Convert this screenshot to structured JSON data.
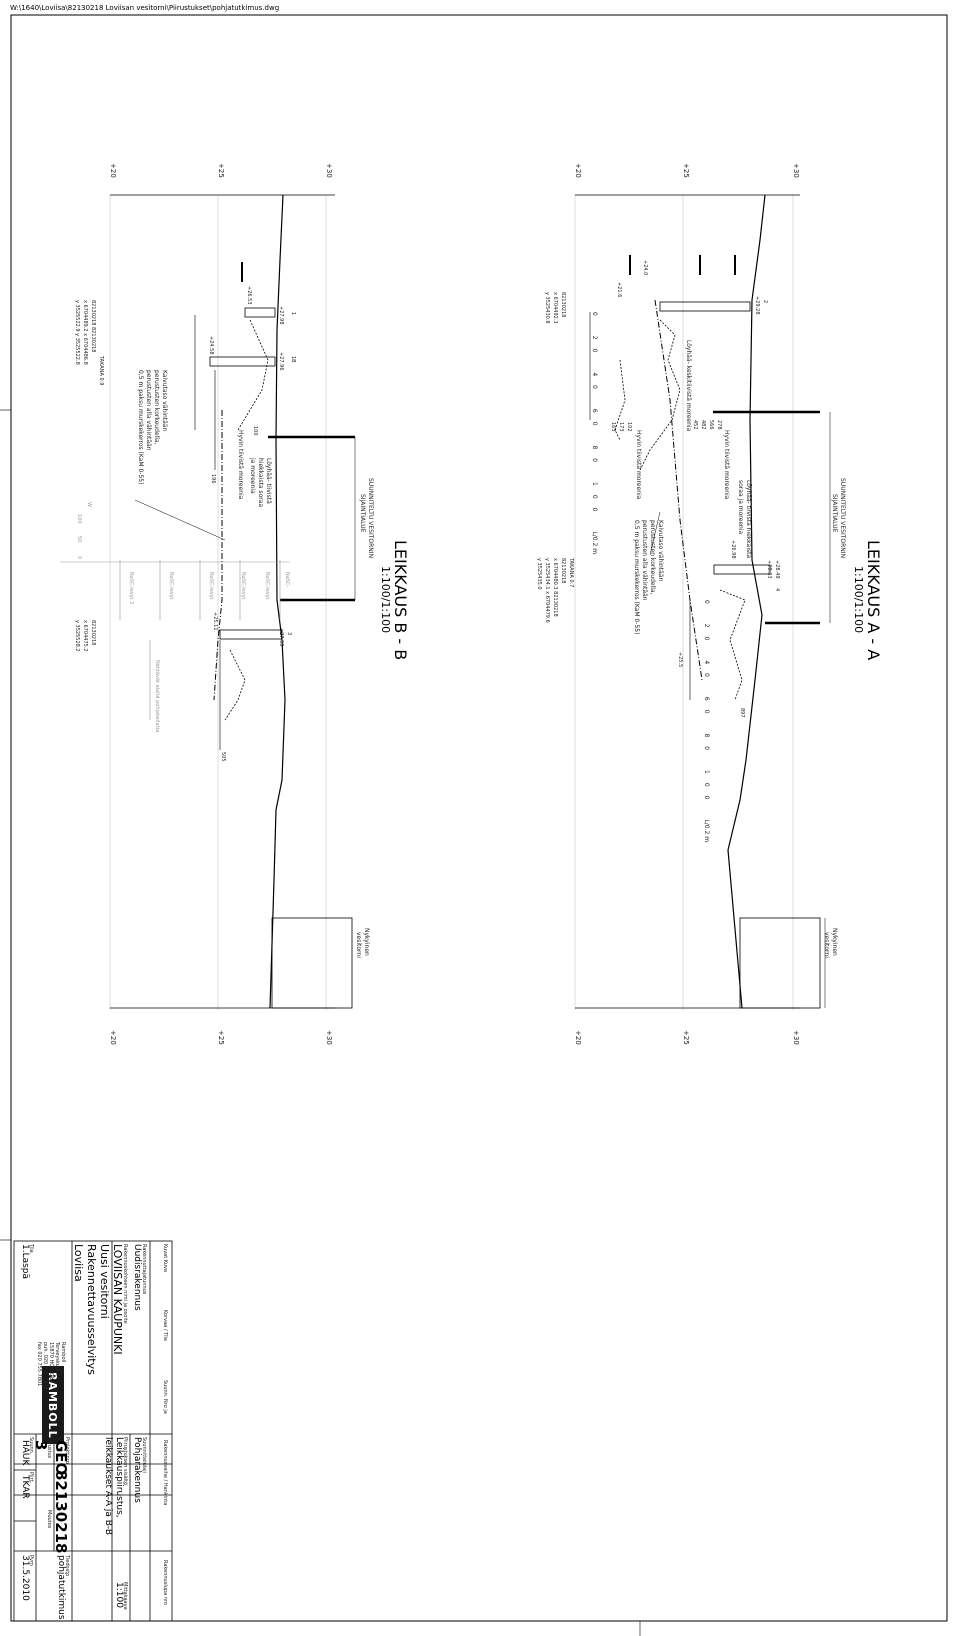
{
  "file_path": "W:\\1640\\Loviisa\\82130218 Loviisan vesitorni\\Piirustukset\\pohjatutkimus.dwg",
  "sections": {
    "a": {
      "title": "LEIKKAUS A - A",
      "scale": "1:100/1:100",
      "planned_area": [
        "SUUNNITELTU VESITORNIN",
        "SIJAINTIALUE"
      ],
      "existing_tower": [
        "Nykyinen",
        "vesitorni"
      ],
      "levels_top": [
        "+20",
        "+25",
        "+30"
      ],
      "levels_bottom": [
        "+20",
        "+25",
        "+30"
      ],
      "point1": {
        "id": "2",
        "top": "+29.28",
        "lines": [
          "82130218",
          "x 6704492.3",
          "y 3525430.8"
        ]
      },
      "point2": {
        "id": "4",
        "top": "+28.33",
        "top2": "+28.49",
        "lines": [
          "TAKANA 0.7",
          "82130218",
          "x 6704480.3   82130218",
          "y 3525434.1   x 6704479.6",
          "              y 3525435.0"
        ]
      },
      "cone_scale": [
        "0",
        "20",
        "40",
        "60",
        "80",
        "100",
        "L/0.2 m"
      ],
      "levels_misc": [
        "+24.0",
        "+21.6",
        "+26.98",
        "+25.5"
      ],
      "soil_labels": [
        "Löyhää- keskitiivistä moreenia",
        "Hyvin tiivistä moreenia",
        "Löyhää- tiivistä hiekkaista",
        "soraa ja moreenia",
        "Hyvin tiivistä moreenia"
      ],
      "note": [
        "Kaivutaso vähintään",
        "perustusten korkeudella,",
        "perustusten alla vähintään",
        "0,5 m paksu murskekerros (KaM 0-55)"
      ],
      "readings": [
        "278",
        "566",
        "482",
        "452",
        "102",
        "173",
        "163",
        "897"
      ]
    },
    "b": {
      "title": "LEIKKAUS B - B",
      "scale": "1:100/1:100",
      "planned_area": [
        "SUUNNITELTU VESITORNIN",
        "SIJAINTIALUE"
      ],
      "existing_tower": [
        "Nykyinen",
        "vesitorni"
      ],
      "levels_top": [
        "+20",
        "+25",
        "+30"
      ],
      "levels_bottom": [
        "+20",
        "+25",
        "+30"
      ],
      "point1": {
        "id": "1",
        "top": "+27.98",
        "lines": [
          "TAKANA 0.9",
          "82130218   82130218",
          "x 6704489.2   x 6704486.8",
          "y 3525522.9   y 3525522.8"
        ]
      },
      "point2": {
        "id": "1B",
        "top": "+27.96",
        "level": "+24.58"
      },
      "point3": {
        "id": "3",
        "top": "+27.95",
        "lines": [
          "82130218",
          "x 6704475.2",
          "y 3525528.2"
        ]
      },
      "levels_misc": [
        "+26.53",
        "+25.11"
      ],
      "soil_labels": [
        "Löyhää- tiivistä",
        "hiekkaista soraa",
        "ja moreenia",
        "Hyvin tiivistä moreenia"
      ],
      "note": [
        "Kaivutaso vähintään",
        "perustusten korkeudella,",
        "perustusten alla vähintään",
        "0,5 m paksu murskekerros (KaM 0-55)"
      ],
      "readings": [
        "100",
        "196",
        "505"
      ],
      "legend_w": "W",
      "legend_scale": [
        "100",
        "50",
        "0"
      ],
      "legend_rows": [
        "NaSC-levyt 2",
        "NaSC-levyt",
        "NaSC-levyt",
        "NaSC-levyt",
        "NaSC-levyt",
        "NaSC-"
      ],
      "legend_note": "Nähtävät alaltä pohjakeilatta"
    }
  },
  "titleblock": {
    "h_kuvat": "Kuvat Kuva",
    "h_korvaa": "Korvaa / Tila",
    "h_suunn": "Suunn. Nro ja",
    "h_rakvaihe": "Rakennusvaihe / Hankinta",
    "h_rakryhma": "Rakennusryhmä/pohja",
    "h_lupa": "Rakennuslupa nro",
    "h_rakennuttaja_lbl": "Rakennuttajatunnus",
    "rakennuttaja_val": "Uudisrakennus",
    "h_kohde_lbl": "Rakennuskohteen nimi ja osoite",
    "kohde": [
      "LOVIISAN KAUPUNKI",
      "Uusi vesitorni",
      "Rakennettavuusselvitys",
      "Loviisa"
    ],
    "suunnittelu_lbl": "Suunnittelulaji",
    "suunnittelu_val": "Pohjarakennus",
    "piirustus_lbl": "Piirustuksen sisältö",
    "piirustus_val": [
      "Leikkauspiirustus,",
      "leikkaukset A-A ja B-B"
    ],
    "mittakaava_lbl": "Mittakaava",
    "mittakaava_val": "1:100",
    "logo": "RAMBOLL",
    "company": [
      "Ramboll",
      "Terveyskuja 2",
      "15870 HOLLOLA",
      "puh. 020 755 7800",
      "fax 020 755 7801"
    ],
    "piirnro_lbl": "Projektinro",
    "piirnro_val": "GEO",
    "projnro_val": "82130218",
    "sivu_lbl": "Piirustus",
    "sivu_val": "3",
    "muutos_lbl": "Muutos",
    "tiedosto_lbl": "Tiedosto",
    "tiedosto_val": "pohjatutkimus",
    "vastuu_lbl": "Suunn.",
    "vastuu_val": "HAUK",
    "piirt_lbl": "Piirt.",
    "piirt_val": "TKAR",
    "pvm_lbl": "Pvm",
    "pvm_val": "31.5.2010",
    "tarkistus_lbl": "Tila",
    "tarkistus_val": "1.Laspä"
  }
}
